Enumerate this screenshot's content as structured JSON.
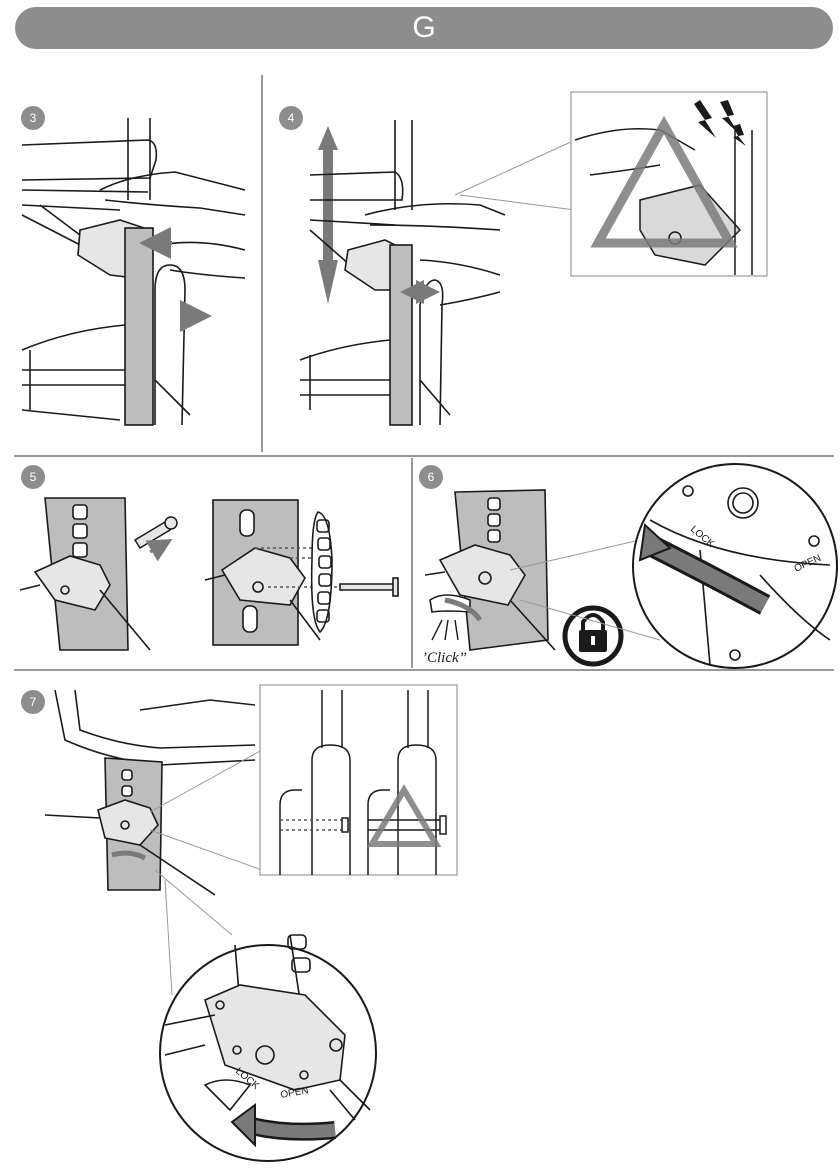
{
  "header": {
    "title": "G"
  },
  "steps": [
    {
      "number": "3"
    },
    {
      "number": "4"
    },
    {
      "number": "5"
    },
    {
      "number": "6"
    },
    {
      "number": "7"
    }
  ],
  "labels": {
    "click": "’Click”",
    "lock": "LOCK",
    "open": "OPEN"
  },
  "colors": {
    "header_bg": "#8d8d8d",
    "arrow_gray": "#7a7a7a",
    "badge_gray": "#8d8d8d",
    "plate_gray": "#bdbdbd",
    "line": "#1a1a1a"
  },
  "icons": [
    "up-down-arrow-icon",
    "warning-triangle-icon",
    "lightning-icon",
    "padlock-icon",
    "curved-arrow-icon"
  ]
}
